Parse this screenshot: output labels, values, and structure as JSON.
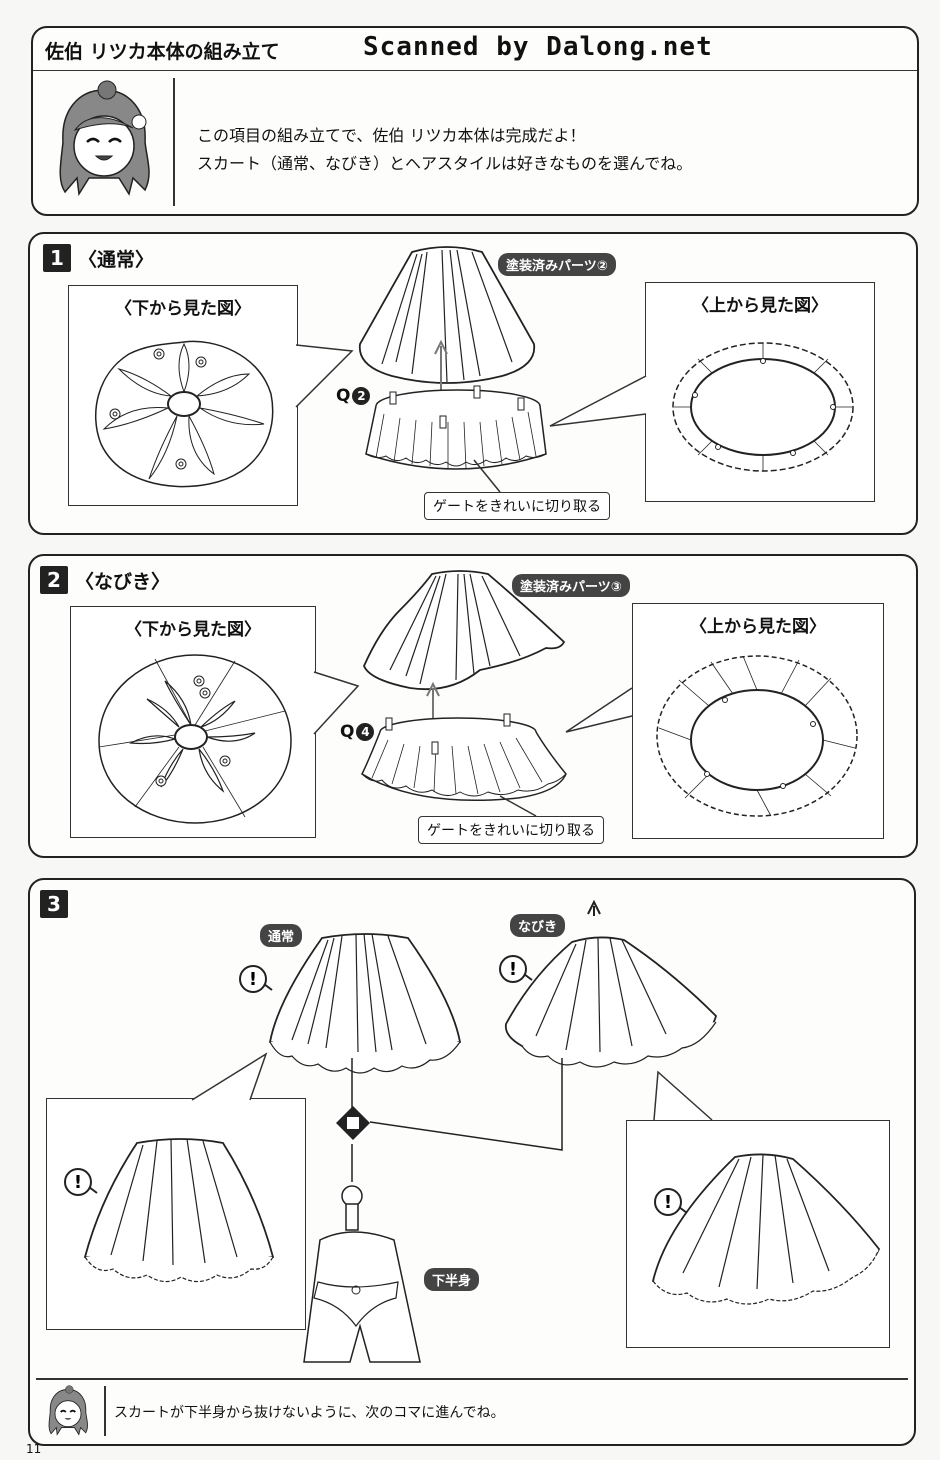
{
  "header": {
    "title": "佐伯 リツカ本体の組み立て",
    "watermark": "Scanned by Dalong.net",
    "intro_line1": "この項目の組み立てで、佐伯 リツカ本体は完成だよ！",
    "intro_line2": "スカート（通常、なびき）とヘアスタイルは好きなものを選んでね。"
  },
  "step1": {
    "number": "1",
    "label": "〈通常〉",
    "bottom_view": "〈下から見た図〉",
    "top_view": "〈上から見た図〉",
    "painted_part": "塗装済みパーツ②",
    "part_letter": "Q",
    "part_no": "2",
    "gate_note": "ゲートをきれいに切り取る"
  },
  "step2": {
    "number": "2",
    "label": "〈なびき〉",
    "bottom_view": "〈下から見た図〉",
    "top_view": "〈上から見た図〉",
    "painted_part": "塗装済みパーツ③",
    "part_letter": "Q",
    "part_no": "4",
    "gate_note": "ゲートをきれいに切り取る"
  },
  "step3": {
    "number": "3",
    "tag_normal": "通常",
    "tag_flowing": "なびき",
    "tag_lower_body": "下半身",
    "warning_mark": "!"
  },
  "footer": {
    "note": "スカートが下半身から抜けないように、次のコマに進んでね。",
    "page_number": "11"
  }
}
